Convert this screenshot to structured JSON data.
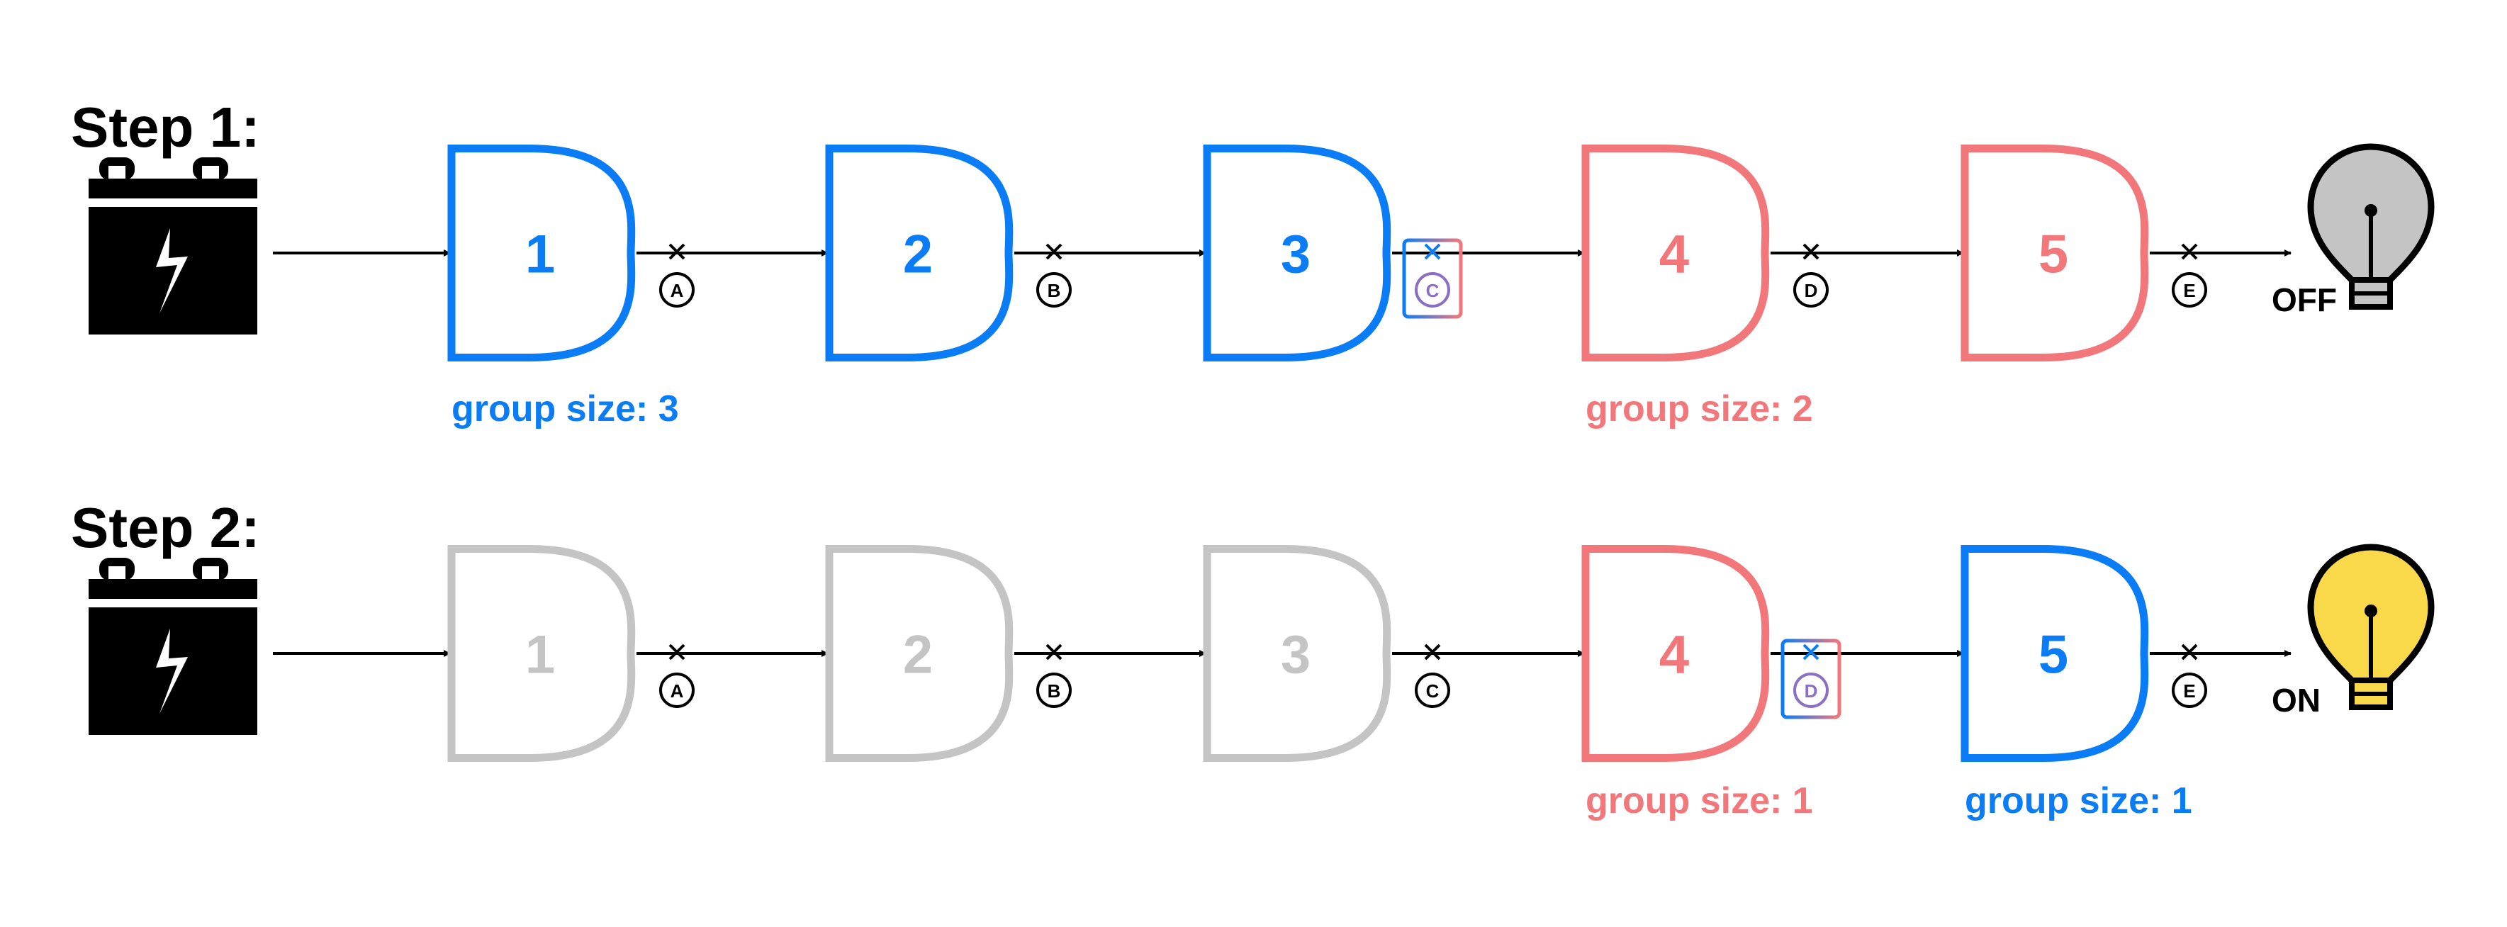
{
  "colors": {
    "blue": "#0a7cf5",
    "red": "#f2777a",
    "gray": "#c4c4c4",
    "black": "#000000",
    "bulb_off": "#c4c4c4",
    "bulb_on": "#f9d94a"
  },
  "steps": [
    {
      "title": "Step 1:",
      "gates": [
        {
          "label": "1",
          "state": "blue"
        },
        {
          "label": "2",
          "state": "blue"
        },
        {
          "label": "3",
          "state": "blue"
        },
        {
          "label": "4",
          "state": "red"
        },
        {
          "label": "5",
          "state": "red"
        }
      ],
      "nodes": [
        {
          "label": "A",
          "highlighted": false
        },
        {
          "label": "B",
          "highlighted": false
        },
        {
          "label": "C",
          "highlighted": true
        },
        {
          "label": "D",
          "highlighted": false
        },
        {
          "label": "E",
          "highlighted": false
        }
      ],
      "groups": [
        {
          "text": "group size: 3",
          "state": "blue",
          "under_gate": 1
        },
        {
          "text": "group size: 2",
          "state": "red",
          "under_gate": 4
        }
      ],
      "lamp": {
        "state": "OFF",
        "icon": "lightbulb-off-icon"
      },
      "source_icon": "battery-icon"
    },
    {
      "title": "Step 2:",
      "gates": [
        {
          "label": "1",
          "state": "gray"
        },
        {
          "label": "2",
          "state": "gray"
        },
        {
          "label": "3",
          "state": "gray"
        },
        {
          "label": "4",
          "state": "red"
        },
        {
          "label": "5",
          "state": "blue"
        }
      ],
      "nodes": [
        {
          "label": "A",
          "highlighted": false
        },
        {
          "label": "B",
          "highlighted": false
        },
        {
          "label": "C",
          "highlighted": false
        },
        {
          "label": "D",
          "highlighted": true
        },
        {
          "label": "E",
          "highlighted": false
        }
      ],
      "groups": [
        {
          "text": "group size: 1",
          "state": "red",
          "under_gate": 4
        },
        {
          "text": "group size: 1",
          "state": "blue",
          "under_gate": 5
        }
      ],
      "lamp": {
        "state": "ON",
        "icon": "lightbulb-on-icon"
      },
      "source_icon": "battery-icon"
    }
  ]
}
